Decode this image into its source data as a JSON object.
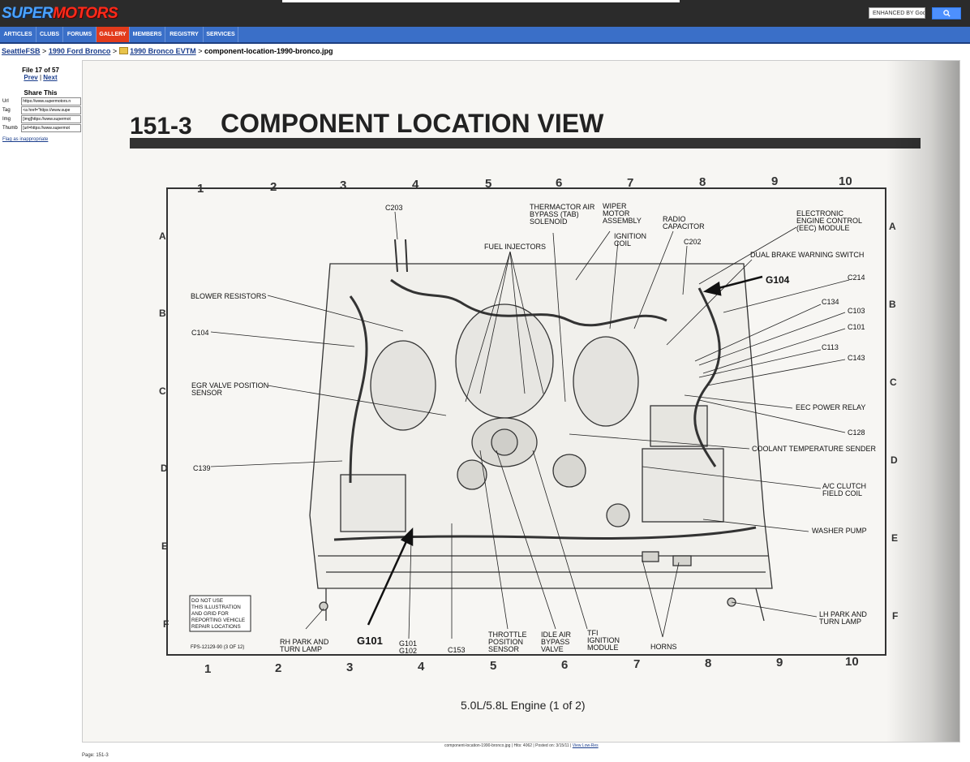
{
  "header": {
    "logo_part1": "SUPER",
    "logo_part2": "MOTORS",
    "search_placeholder": "ENHANCED BY Goog",
    "search_button_icon": "search-icon"
  },
  "nav": {
    "items": [
      {
        "label": "ARTICLES",
        "active": false
      },
      {
        "label": "CLUBS",
        "active": false
      },
      {
        "label": "FORUMS",
        "active": false
      },
      {
        "label": "GALLERY",
        "active": true
      },
      {
        "label": "MEMBERS",
        "active": false
      },
      {
        "label": "REGISTRY",
        "active": false
      },
      {
        "label": "SERVICES",
        "active": false
      }
    ],
    "colors": {
      "bar": "#3a6fc8",
      "active": "#e23b1c"
    }
  },
  "breadcrumb": {
    "crumb1": "SeattleFSB",
    "crumb2": "1990 Ford Bronco",
    "crumb3": "1990 Bronco EVTM",
    "separator": ">",
    "current": "component-location-1990-bronco.jpg",
    "folder_icon": "folder-icon"
  },
  "sidebar": {
    "file_info": "File 17 of 57",
    "prev_label": "Prev",
    "next_label": "Next",
    "link_separator": "|",
    "share_title": "Share This",
    "share_rows": [
      {
        "label": "Url",
        "value": "https://www.supermotors.n"
      },
      {
        "label": "Tag",
        "value": "<a href=\"https://www.supe"
      },
      {
        "label": "Img",
        "value": "[img]https://www.supermot"
      },
      {
        "label": "Thumb",
        "value": "[url=https://www.supermot"
      }
    ],
    "flag_label": "Flag as inappropriate"
  },
  "diagram": {
    "page_number": "151-3",
    "title": "COMPONENT LOCATION VIEW",
    "grid_columns": [
      "1",
      "2",
      "3",
      "4",
      "5",
      "6",
      "7",
      "8",
      "9",
      "10"
    ],
    "grid_rows": [
      "A",
      "B",
      "C",
      "D",
      "E",
      "F"
    ],
    "labels_left": {
      "c203": "C203",
      "blower_resistors": "BLOWER RESISTORS",
      "c104": "C104",
      "egr_line1": "EGR VALVE POSITION",
      "egr_line2": "SENSOR",
      "c139": "C139"
    },
    "labels_top": {
      "fuel_injectors": "FUEL INJECTORS",
      "thermactor_line1": "THERMACTOR AIR",
      "thermactor_line2": "BYPASS (TAB)",
      "thermactor_line3": "SOLENOID",
      "wiper_line1": "WIPER",
      "wiper_line2": "MOTOR",
      "wiper_line3": "ASSEMBLY",
      "ignition_line1": "IGNITION",
      "ignition_line2": "COIL",
      "radio_line1": "RADIO",
      "radio_line2": "CAPACITOR",
      "c202": "C202",
      "eec_line1": "ELECTRONIC",
      "eec_line2": "ENGINE CONTROL",
      "eec_line3": "(EEC) MODULE"
    },
    "labels_right": {
      "dual_brake": "DUAL BRAKE WARNING SWITCH",
      "g104": "G104",
      "c214": "C214",
      "c134": "C134",
      "c103": "C103",
      "c101": "C101",
      "c113": "C113",
      "c143": "C143",
      "eec_power_relay": "EEC POWER RELAY",
      "c128": "C128",
      "coolant": "COOLANT TEMPERATURE SENDER",
      "ac_line1": "A/C CLUTCH",
      "ac_line2": "FIELD COIL",
      "washer": "WASHER PUMP",
      "lh_line1": "LH PARK AND",
      "lh_line2": "TURN LAMP"
    },
    "labels_bottom": {
      "rh_line1": "RH PARK AND",
      "rh_line2": "TURN LAMP",
      "g101": "G101",
      "g101b": "G101",
      "g102": "G102",
      "c153": "C153",
      "tps_line1": "THROTTLE",
      "tps_line2": "POSITION",
      "tps_line3": "SENSOR",
      "iab_line1": "IDLE AIR",
      "iab_line2": "BYPASS",
      "iab_line3": "VALVE",
      "tfi_line1": "TFI",
      "tfi_line2": "IGNITION",
      "tfi_line3": "MODULE",
      "horns": "HORNS"
    },
    "notice": [
      "DO NOT USE",
      "THIS ILLUSTRATION",
      "AND GRID FOR",
      "REPORTING VEHICLE",
      "REPAIR LOCATIONS"
    ],
    "fps_ref": "FPS-12129-90 (3 OF 12)",
    "caption": "5.0L/5.8L Engine (1 of 2)"
  },
  "footer": {
    "info": "component-location-1990-bronco.jpg | Hits: 4062 | Posted on: 3/15/11 |",
    "view_lowres": "View Low-Res",
    "page_label": "Page: 151-3"
  }
}
